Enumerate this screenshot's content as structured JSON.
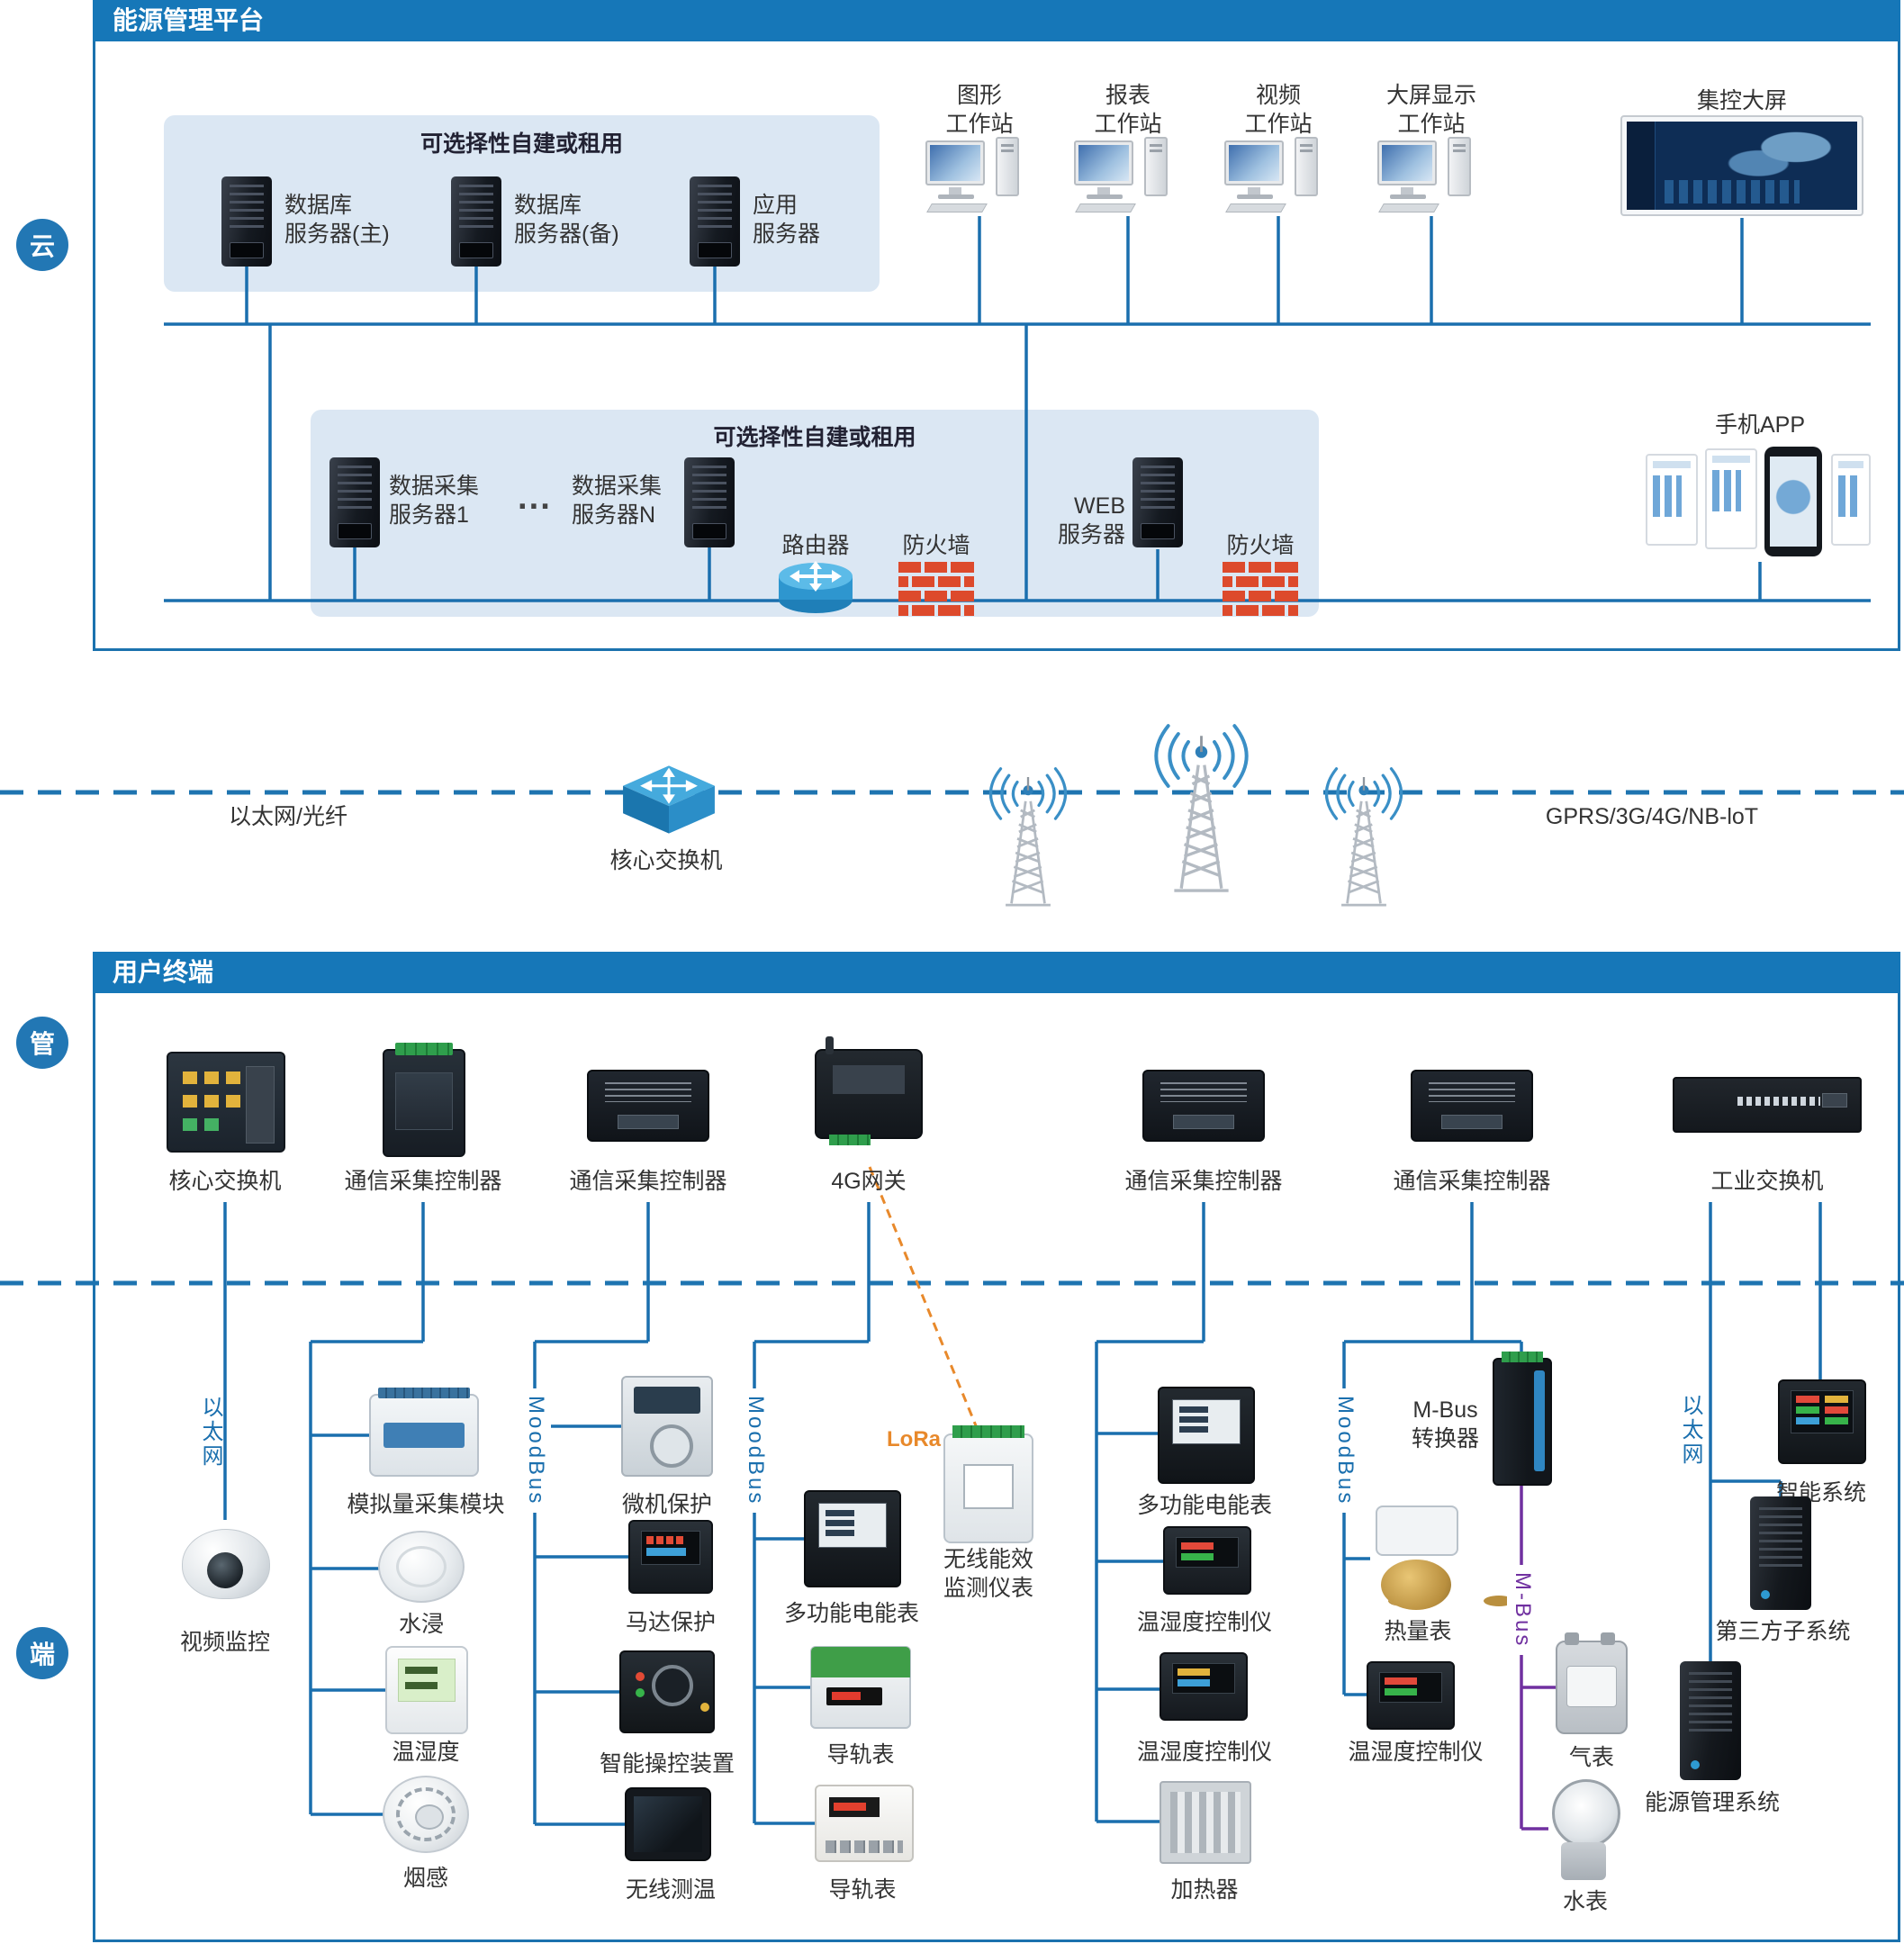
{
  "badges": {
    "cloud": "云",
    "pipe": "管",
    "edge": "端"
  },
  "platform": {
    "title": "能源管理平台",
    "box1_title": "可选择性自建或租用",
    "servers": [
      "数据库\n服务器(主)",
      "数据库\n服务器(备)",
      "应用\n服务器"
    ],
    "workstations": [
      "图形\n工作站",
      "报表\n工作站",
      "视频\n工作站",
      "大屏显示\n工作站"
    ],
    "big_screen": "集控大屏",
    "box2_title": "可选择性自建或租用",
    "collect_server_1": "数据采集\n服务器1",
    "ellipsis": "···",
    "collect_server_n": "数据采集\n服务器N",
    "router": "路由器",
    "firewall_1": "防火墙",
    "web_server": "WEB\n服务器",
    "firewall_2": "防火墙",
    "mobile_app": "手机APP"
  },
  "network": {
    "wired": "以太网/光纤",
    "core_switch": "核心交换机",
    "wireless": "GPRS/3G/4G/NB-loT"
  },
  "terminal": {
    "title": "用户终端",
    "gateways": [
      "核心交换机",
      "通信采集控制器",
      "通信采集控制器",
      "4G网关",
      "通信采集控制器",
      "通信采集控制器",
      "工业交换机"
    ],
    "col1": {
      "bus": "以太网",
      "camera": "视频监控"
    },
    "col2": {
      "items": [
        "模拟量采集模块",
        "水浸",
        "温湿度",
        "烟感"
      ]
    },
    "col3": {
      "bus": "MoodBus",
      "items": [
        "微机保护",
        "马达保护",
        "智能操控装置",
        "无线测温"
      ]
    },
    "col4": {
      "bus": "MoodBus",
      "lora": "LoRa",
      "items": [
        "多功能电能表",
        "导轨表",
        "导轨表"
      ],
      "wireless_meter": "无线能效\n监测仪表"
    },
    "col5": {
      "items": [
        "多功能电能表",
        "温湿度控制仪",
        "温湿度控制仪",
        "加热器"
      ]
    },
    "col6": {
      "bus": "MoodBus",
      "converter": "M-Bus\n转换器",
      "items": [
        "热量表",
        "温湿度控制仪"
      ],
      "mbus": "M-Bus",
      "items2": [
        "气表",
        "水表"
      ]
    },
    "col7": {
      "bus": "以太网",
      "items": [
        "智能系统",
        "第三方子系统",
        "能源管理系统"
      ]
    }
  }
}
